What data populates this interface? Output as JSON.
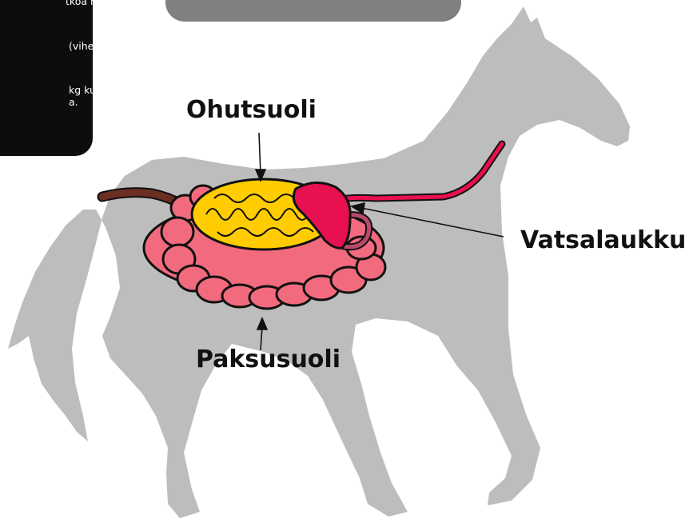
{
  "infobox": {
    "lines": [
      "tkoa rehuja",
      "(viher-",
      "kg kuiva-",
      "a."
    ]
  },
  "labels": {
    "ohutsuoli": "Ohutsuoli",
    "vatsalaukku": "Vatsalaukku",
    "paksusuoli": "Paksusuoli"
  },
  "colors": {
    "horse": "#bdbdbd",
    "small_intestine": "#ffcc00",
    "large_intestine": "#f26a7e",
    "stomach": "#e8104f",
    "esophagus_tail": "#6b2e22",
    "infobox": "#0d0d0d",
    "tab": "#808080"
  }
}
